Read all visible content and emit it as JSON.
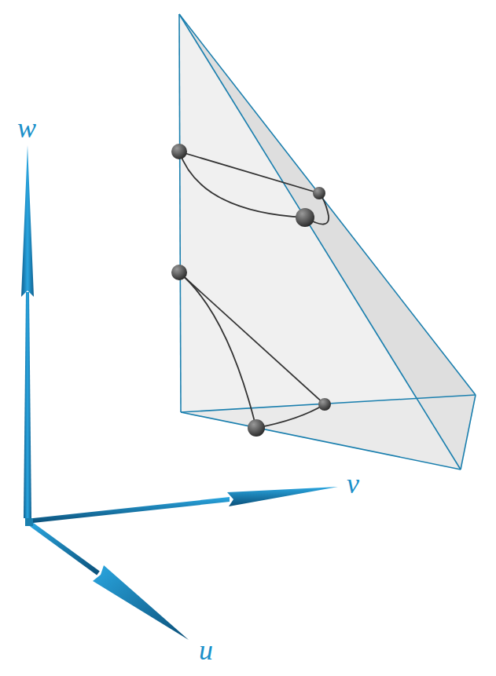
{
  "diagram": {
    "labels": [
      "w",
      "v",
      "u"
    ]
  }
}
